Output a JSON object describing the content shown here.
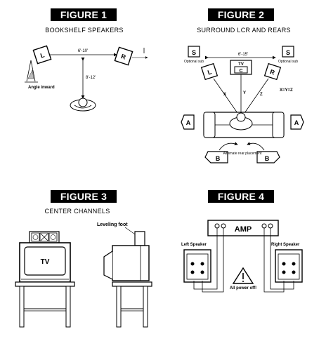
{
  "figure1": {
    "title": "FIGURE 1",
    "subtitle": "BOOKSHELF SPEAKERS",
    "left_speaker": "L",
    "right_speaker": "R",
    "span_label": "6'-10'",
    "listener_distance_label": "8'-12'",
    "angle_label": "Angle inward"
  },
  "figure2": {
    "title": "FIGURE 2",
    "subtitle": "SURROUND LCR AND REARS",
    "sub_left": "S",
    "sub_right": "S",
    "sub_left_label": "Optional sub",
    "sub_right_label": "Optional sub",
    "span_label": "6'-15'",
    "tv_label": "TV",
    "center_speaker": "C",
    "left_speaker": "L",
    "right_speaker": "R",
    "x_label": "X",
    "y_label": "Y",
    "z_label": "Z",
    "equation": "X=Y=Z",
    "side_left": "A",
    "side_right": "A",
    "rear_left": "B",
    "rear_right": "B",
    "alternate_label": "Alternate rear placement"
  },
  "figure3": {
    "title": "FIGURE 3",
    "subtitle": "CENTER CHANNELS",
    "leveling_label": "Leveling foot",
    "tv_label": "TV"
  },
  "figure4": {
    "title": "FIGURE 4",
    "amp_label": "AMP",
    "left_label": "Left Speaker",
    "right_label": "Right Speaker",
    "warning_label": "All power off!"
  }
}
